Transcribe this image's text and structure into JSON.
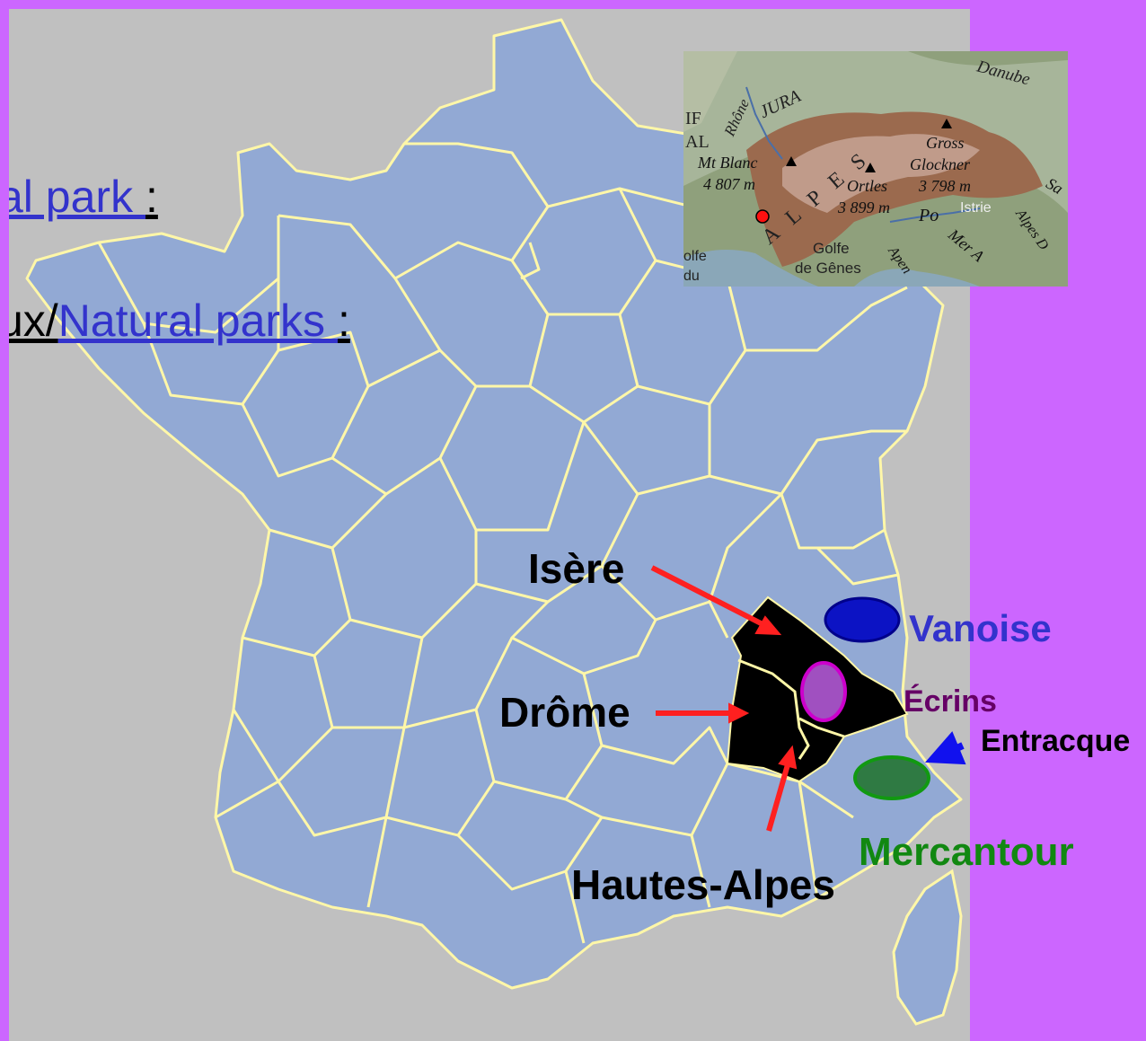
{
  "links": {
    "line1_link": "al park ",
    "line1_tail": ":",
    "line2_prefix": "ux/",
    "line2_link": "Natural parks ",
    "line2_tail": ":"
  },
  "labels": {
    "isere": "Isère",
    "drome": "Drôme",
    "hautes_alpes": "Hautes-Alpes",
    "vanoise": "Vanoise",
    "ecrins": "Écrins",
    "entracque": "Entracque",
    "mercantour": "Mercantour"
  },
  "inset": {
    "labels": [
      "Danube",
      "JURA",
      "Rhône",
      "IF",
      "AL",
      "Mt Blanc",
      "4 807 m",
      "A L P E S",
      "Gross",
      "Glockner",
      "3 798 m",
      "Ortles",
      "3 899 m",
      "Po",
      "Istrie",
      "Mer A",
      "Alpes D",
      "Golfe",
      "de Gênes",
      "olfe",
      "du",
      "Apen",
      "Sa"
    ]
  },
  "colors": {
    "frame": "#cc66ff",
    "panel": "#c0c0c0",
    "departments": "#92a9d4",
    "borders": "#fff7a8",
    "highlight": "#000000",
    "arrow_red": "#ff2020",
    "arrow_blue": "#1111ee",
    "vanoise": "#3333cc",
    "ecrins": "#660066",
    "mercantour": "#118811"
  }
}
